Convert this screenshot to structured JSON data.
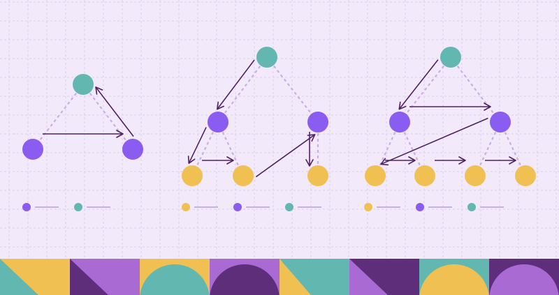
{
  "colors": {
    "background": "#f2e9fb",
    "grid": "#ddd0ec",
    "teal": "#62b8b0",
    "purple": "#8a5cf0",
    "yellow": "#f0c152",
    "edge": "#c9b0e0",
    "arrow": "#4f2263",
    "legend_line": "#c7b2de",
    "band_yellow": "#f0c152",
    "band_purple": "#a96ad4",
    "band_dark": "#5e2e7a",
    "band_teal": "#62b8b0"
  },
  "diagrams": [
    {
      "id": "tree-three-nodes",
      "nodes": [
        {
          "id": "root",
          "color": "teal"
        },
        {
          "id": "left",
          "color": "purple"
        },
        {
          "id": "right",
          "color": "purple"
        }
      ],
      "edges": [
        [
          "root",
          "left"
        ],
        [
          "root",
          "right"
        ]
      ],
      "traversal": [
        [
          "left",
          "right"
        ],
        [
          "right",
          "root"
        ]
      ],
      "legend": [
        "purple",
        "teal"
      ]
    },
    {
      "id": "tree-six-nodes",
      "nodes": [
        {
          "id": "root",
          "color": "teal"
        },
        {
          "id": "l",
          "color": "purple"
        },
        {
          "id": "r",
          "color": "purple"
        },
        {
          "id": "ll",
          "color": "yellow"
        },
        {
          "id": "lr",
          "color": "yellow"
        },
        {
          "id": "rl",
          "color": "yellow"
        }
      ],
      "edges": [
        [
          "root",
          "l"
        ],
        [
          "root",
          "r"
        ],
        [
          "l",
          "ll"
        ],
        [
          "l",
          "lr"
        ],
        [
          "r",
          "rl"
        ]
      ],
      "traversal": [
        [
          "root",
          "l"
        ],
        [
          "l",
          "ll"
        ],
        [
          "ll",
          "lr"
        ],
        [
          "lr",
          "r"
        ],
        [
          "r",
          "rl"
        ]
      ],
      "legend": [
        "yellow",
        "purple",
        "teal"
      ]
    },
    {
      "id": "tree-seven-nodes",
      "nodes": [
        {
          "id": "root",
          "color": "teal"
        },
        {
          "id": "l",
          "color": "purple"
        },
        {
          "id": "r",
          "color": "purple"
        },
        {
          "id": "ll",
          "color": "yellow"
        },
        {
          "id": "lr",
          "color": "yellow"
        },
        {
          "id": "rl",
          "color": "yellow"
        },
        {
          "id": "rr",
          "color": "yellow"
        }
      ],
      "edges": [
        [
          "root",
          "l"
        ],
        [
          "root",
          "r"
        ],
        [
          "l",
          "ll"
        ],
        [
          "l",
          "lr"
        ],
        [
          "r",
          "rl"
        ],
        [
          "r",
          "rr"
        ]
      ],
      "traversal": [
        [
          "root",
          "l"
        ],
        [
          "l",
          "r"
        ],
        [
          "r",
          "ll"
        ],
        [
          "ll",
          "lr"
        ],
        [
          "lr",
          "rl"
        ],
        [
          "rl",
          "rr"
        ]
      ],
      "legend": [
        "yellow",
        "purple",
        "teal"
      ]
    }
  ],
  "band": [
    {
      "bg": "band_yellow",
      "shape": "triangle-bl",
      "fg": "band_teal"
    },
    {
      "bg": "band_purple",
      "shape": "triangle-bl",
      "fg": "band_dark"
    },
    {
      "bg": "band_yellow",
      "shape": "half-circle",
      "fg": "band_teal"
    },
    {
      "bg": "band_purple",
      "shape": "half-circle",
      "fg": "band_dark"
    },
    {
      "bg": "band_teal",
      "shape": "triangle-tl",
      "fg": "band_yellow"
    },
    {
      "bg": "band_dark",
      "shape": "triangle-bl",
      "fg": "band_purple"
    },
    {
      "bg": "band_teal",
      "shape": "half-circle",
      "fg": "band_yellow"
    },
    {
      "bg": "band_dark",
      "shape": "half-circle",
      "fg": "band_purple"
    }
  ]
}
